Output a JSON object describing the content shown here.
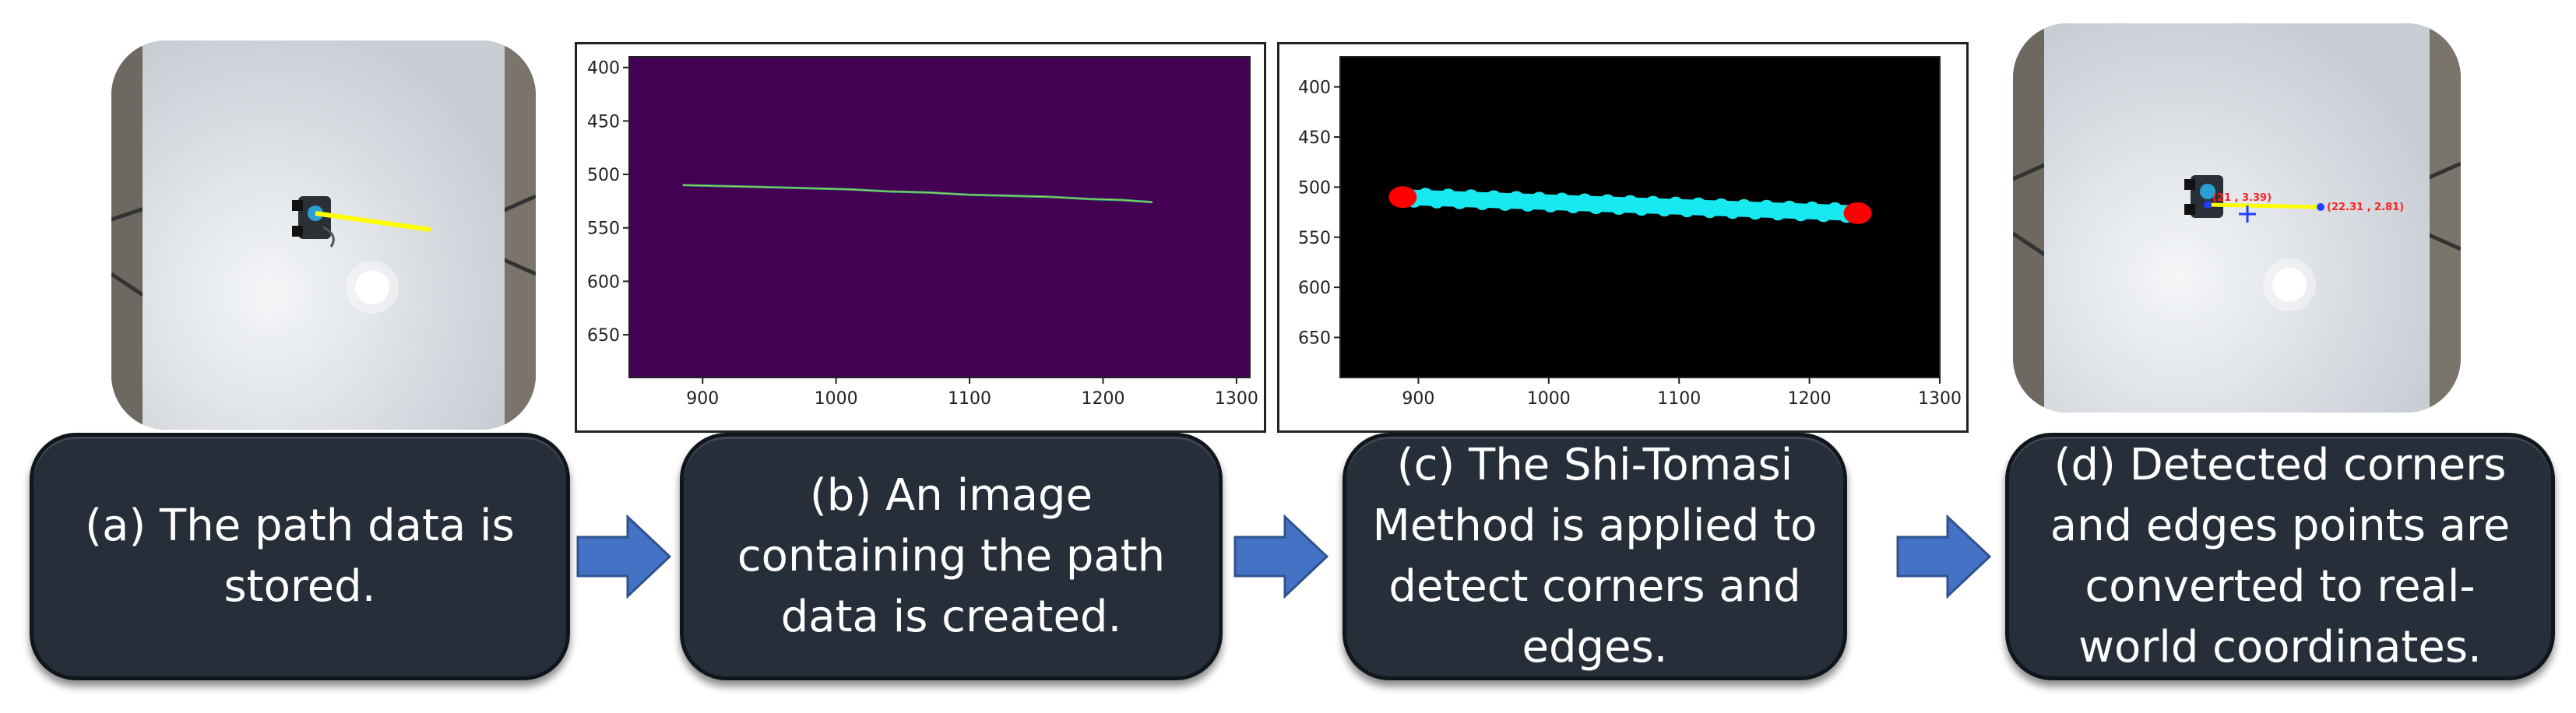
{
  "steps": {
    "a": "(a) The path data is stored.",
    "b": "(b) An image containing the path data is created.",
    "c": "(c) The Shi-Tomasi Method is applied to detect corners and edges.",
    "d": "(d) Detected corners and edges points are converted to real-world coordinates."
  },
  "photo_d": {
    "label_start": "(21 , 3.39)",
    "label_end": "(22.31 , 2.81)"
  },
  "colors": {
    "box_fill": "#262e3a",
    "arrow": "#4472c4",
    "plot_b_background": "#440154",
    "plot_c_background": "#000000",
    "path_cyan": "#18e8f0",
    "corner_red": "#ff0000",
    "path_yellow": "#ffff00"
  },
  "chart_data": [
    {
      "type": "line",
      "title": "",
      "xlabel": "",
      "ylabel": "",
      "xlim": [
        845,
        1310
      ],
      "ylim": [
        690,
        390
      ],
      "x_ticks": [
        900,
        1000,
        1100,
        1200,
        1300
      ],
      "y_ticks": [
        400,
        450,
        500,
        550,
        600,
        650
      ],
      "series": [
        {
          "x": [
            885,
            920,
            950,
            980,
            1010,
            1040,
            1070,
            1100,
            1130,
            1160,
            1190,
            1215,
            1237
          ],
          "y": [
            510,
            511,
            512,
            513,
            514,
            516,
            517,
            519,
            520,
            521,
            523,
            524,
            526
          ]
        }
      ]
    },
    {
      "type": "scatter",
      "title": "",
      "xlabel": "",
      "ylabel": "",
      "xlim": [
        840,
        1300
      ],
      "ylim": [
        690,
        370
      ],
      "x_ticks": [
        900,
        1000,
        1100,
        1200,
        1300
      ],
      "y_ticks": [
        400,
        450,
        500,
        550,
        600,
        650
      ],
      "series": [
        {
          "x": [
            888,
            1237
          ],
          "y": [
            510,
            526
          ]
        }
      ]
    }
  ]
}
